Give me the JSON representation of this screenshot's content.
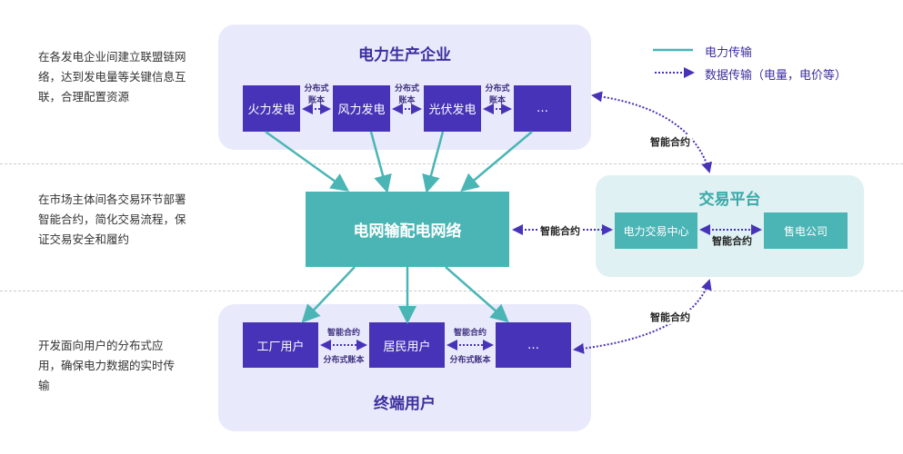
{
  "legend": {
    "power": "电力传输",
    "data": "数据传输（电量，电价等）"
  },
  "side_notes": [
    "在各发电企业间建立联盟链网络，达到发电量等关键信息互联，合理配置资源",
    "在市场主体间各交易环节部署智能合约，简化交易流程，保证交易安全和履约",
    "开发面向用户的分布式应用，确保电力数据的实时传输"
  ],
  "producers": {
    "title": "电力生产企业",
    "items": [
      "火力发电",
      "风力发电",
      "光伏发电",
      "…"
    ],
    "link_label": "分布式\n账本",
    "link_line1": "分布式",
    "link_line2": "账本"
  },
  "grid": {
    "label": "电网输配电网络"
  },
  "trade": {
    "title": "交易平台",
    "center": "电力交易中心",
    "seller": "售电公司",
    "link": "智能合约"
  },
  "users": {
    "title": "终端用户",
    "items": [
      "工厂用户",
      "居民用户",
      "…"
    ],
    "link_top": "智能合约",
    "link_bottom": "分布式账本"
  },
  "contract_labels": [
    "智能合约",
    "智能合约",
    "智能合约"
  ],
  "colors": {
    "purple": "#4633b8",
    "teal": "#4bb5b5"
  }
}
